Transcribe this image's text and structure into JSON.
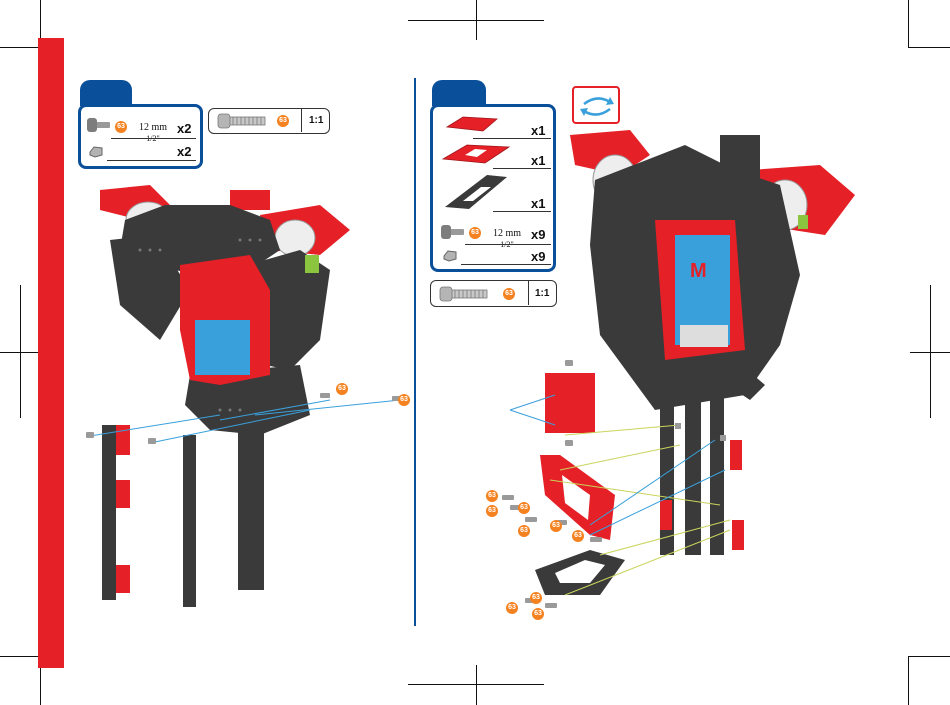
{
  "colors": {
    "brand_red": "#e52026",
    "step_blue": "#0a4f9a",
    "frame_dark": "#3a3a3a",
    "accent_green": "#8bc53f",
    "motor_blue": "#3aa0dc",
    "badge_orange": "#f58220",
    "screw_grey": "#9a9a9a"
  },
  "left_step": {
    "parts": [
      {
        "icon": "screw-icon",
        "badge": "63",
        "length": "12 mm",
        "length_in": "1/2\"",
        "qty": "x2"
      },
      {
        "icon": "nut-icon",
        "qty": "x2"
      }
    ],
    "scale_guide": {
      "badge": "63",
      "scale": "1:1"
    },
    "callout_badges": [
      "63",
      "63"
    ]
  },
  "right_step": {
    "parts": [
      {
        "icon": "red-plate-icon",
        "qty": "x1"
      },
      {
        "icon": "red-frame-plate-icon",
        "qty": "x1"
      },
      {
        "icon": "black-plate-icon",
        "qty": "x1"
      },
      {
        "icon": "screw-icon",
        "badge": "63",
        "length": "12 mm",
        "length_in": "1/2\"",
        "qty": "x9"
      },
      {
        "icon": "nut-icon",
        "qty": "x9"
      }
    ],
    "scale_guide": {
      "badge": "63",
      "scale": "1:1"
    },
    "rotate_icon": "rotate-arrows-icon",
    "callout_badges": [
      "63",
      "63",
      "63",
      "63",
      "63",
      "63",
      "63",
      "63",
      "63"
    ]
  }
}
